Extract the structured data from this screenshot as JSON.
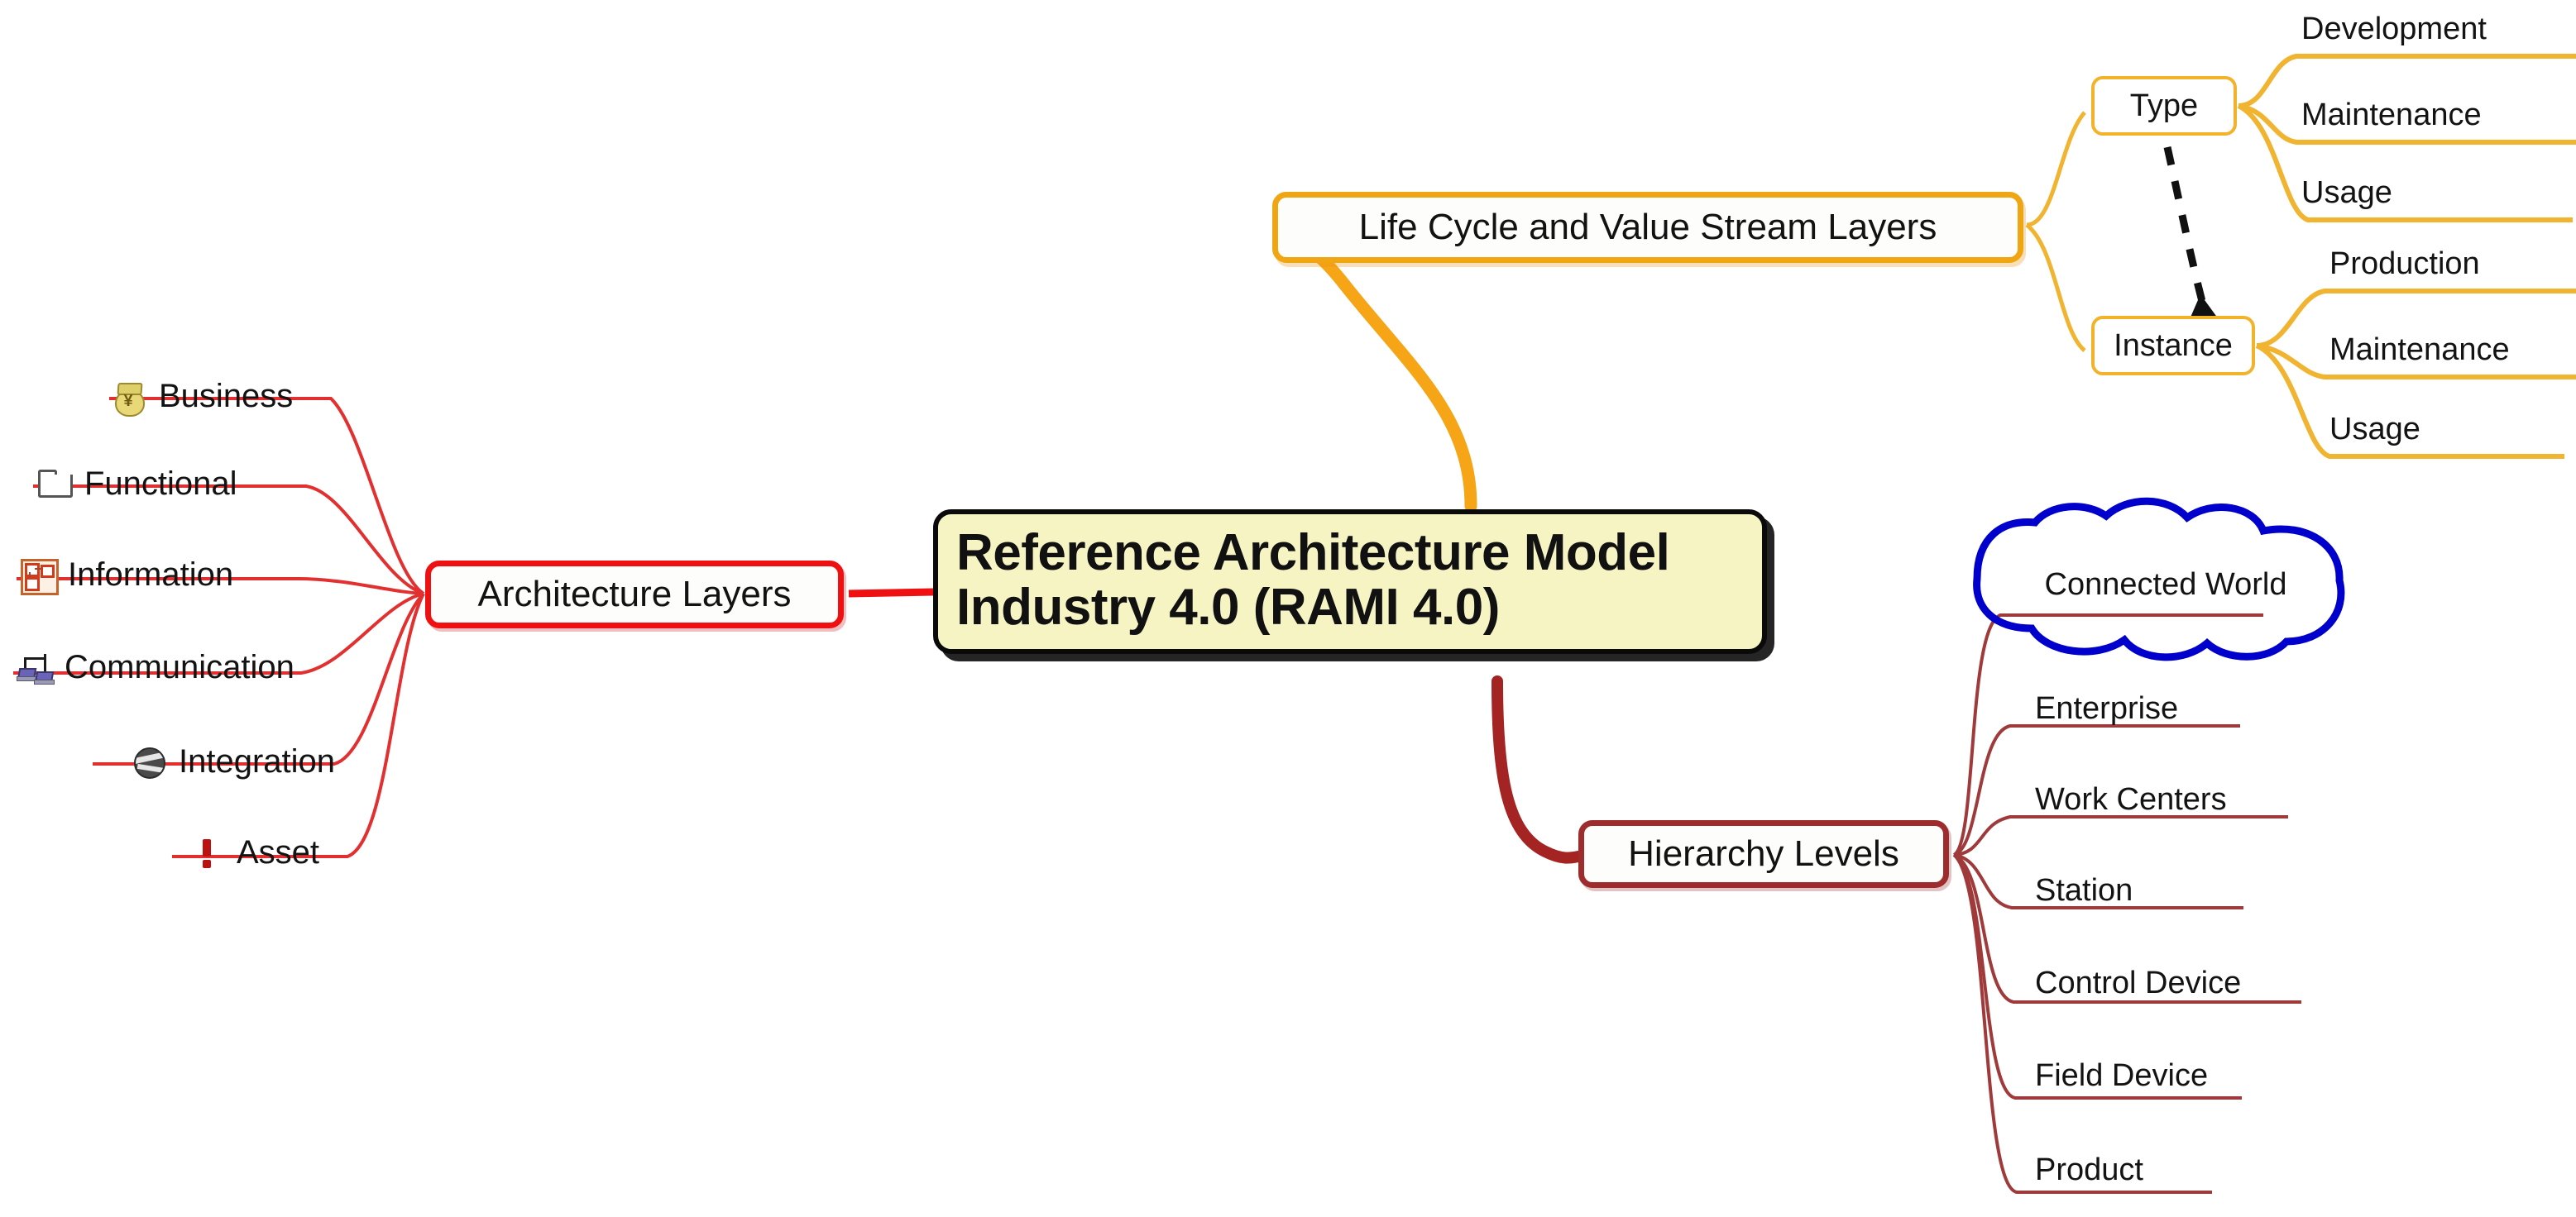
{
  "diagram": {
    "title": "Reference Architecture Model Industry 4.0 (RAMI 4.0)",
    "root": {
      "line1": "Reference Architecture Model",
      "line2": "Industry 4.0 (RAMI 4.0)",
      "fill": "#f7f4c4",
      "border": "#0a0a0a"
    },
    "branches": [
      {
        "id": "architecture-layers",
        "label": "Architecture Layers",
        "color": "#ef1111",
        "side": "left",
        "children": [
          {
            "label": "Business",
            "icon": "money-bag-icon"
          },
          {
            "label": "Functional",
            "icon": "folder-icon"
          },
          {
            "label": "Information",
            "icon": "network-diagram-icon"
          },
          {
            "label": "Communication",
            "icon": "networked-computers-icon"
          },
          {
            "label": "Integration",
            "icon": "globe-icon"
          },
          {
            "label": "Asset",
            "icon": "exclamation-icon"
          }
        ]
      },
      {
        "id": "life-cycle-value-stream-layers",
        "label": "Life Cycle and Value Stream Layers",
        "color": "#f0a513",
        "side": "top-right",
        "children": [
          {
            "label": "Type",
            "children": [
              {
                "label": "Development"
              },
              {
                "label": "Maintenance"
              },
              {
                "label": "Usage"
              }
            ]
          },
          {
            "label": "Instance",
            "children": [
              {
                "label": "Production"
              },
              {
                "label": "Maintenance"
              },
              {
                "label": "Usage"
              }
            ]
          }
        ]
      },
      {
        "id": "hierarchy-levels",
        "label": "Hierarchy Levels",
        "color": "#9e2c2c",
        "side": "bottom-right",
        "children": [
          {
            "label": "Connected World",
            "shape": "cloud",
            "outline": "#0000cc"
          },
          {
            "label": "Enterprise"
          },
          {
            "label": "Work Centers"
          },
          {
            "label": "Station"
          },
          {
            "label": "Control Device"
          },
          {
            "label": "Field Device"
          },
          {
            "label": "Product"
          }
        ]
      }
    ],
    "relations": [
      {
        "from": "Type",
        "to": "Instance",
        "style": "dashed-arrow",
        "color": "#111111"
      }
    ]
  }
}
